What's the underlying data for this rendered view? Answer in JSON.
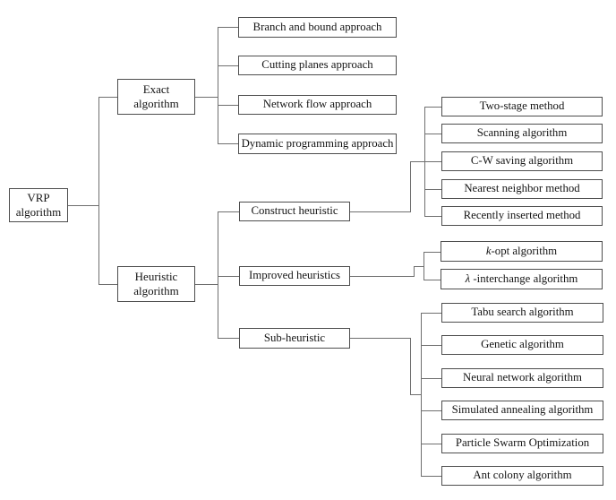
{
  "tree": {
    "root": {
      "label": "VRP algorithm"
    },
    "branches": [
      {
        "label": "Exact algorithm",
        "children": [
          {
            "label": "Branch and bound approach"
          },
          {
            "label": "Cutting planes approach"
          },
          {
            "label": "Network flow approach"
          },
          {
            "label": "Dynamic programming approach"
          }
        ]
      },
      {
        "label": "Heuristic algorithm",
        "children": [
          {
            "label": "Construct heuristic",
            "children": [
              {
                "label": "Two-stage method"
              },
              {
                "label": "Scanning algorithm"
              },
              {
                "label": "C-W saving algorithm"
              },
              {
                "label": "Nearest neighbor method"
              },
              {
                "label": "Recently inserted method"
              }
            ]
          },
          {
            "label": "Improved heuristics",
            "children": [
              {
                "prefix": "k",
                "rest": "-opt algorithm"
              },
              {
                "prefix": "λ",
                "rest": " -interchange algorithm"
              }
            ]
          },
          {
            "label": "Sub-heuristic",
            "children": [
              {
                "label": "Tabu search algorithm"
              },
              {
                "label": "Genetic algorithm"
              },
              {
                "label": "Neural network algorithm"
              },
              {
                "label": "Simulated annealing algorithm"
              },
              {
                "label": "Particle Swarm Optimization"
              },
              {
                "label": "Ant colony algorithm"
              }
            ]
          }
        ]
      }
    ],
    "colors": {
      "background": "#ffffff",
      "box_border": "#4d4d4d",
      "connector_line": "#6f6f6f",
      "text": "#141414"
    }
  }
}
